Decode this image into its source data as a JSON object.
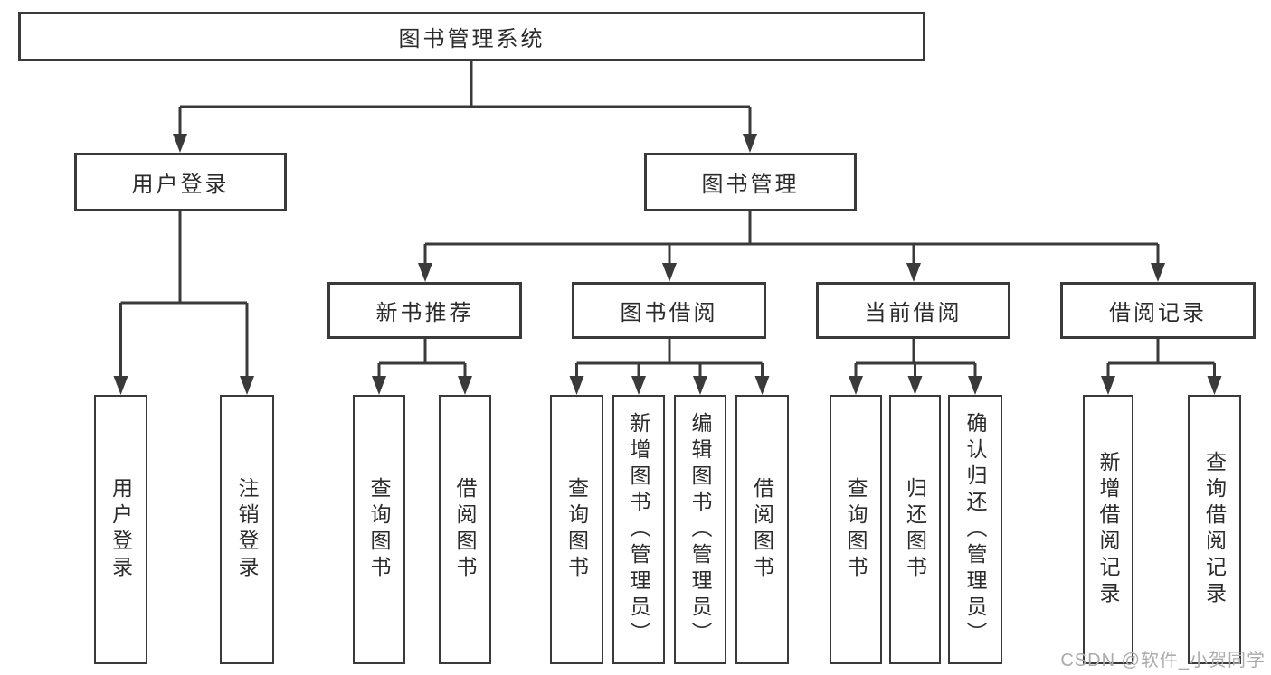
{
  "nodes": {
    "root": "图书管理系统",
    "user_login": "用户登录",
    "book_management": "图书管理",
    "new_book_recommend": "新书推荐",
    "book_borrow": "图书借阅",
    "current_borrow": "当前借阅",
    "borrow_records": "借阅记录",
    "ul_user_login": "用户登录",
    "ul_logout": "注销登录",
    "nb_query_books": "查询图书",
    "nb_borrow_books": "借阅图书",
    "bb_query_books": "查询图书",
    "bb_add_books": "新增图书（管理员）",
    "bb_edit_books": "编辑图书（管理员）",
    "bb_borrow_books": "借阅图书",
    "cb_query_books": "查询图书",
    "cb_return_books": "归还图书",
    "cb_confirm_return": "确认归还（管理员）",
    "br_add_record": "新增借阅记录",
    "br_query_record": "查询借阅记录"
  },
  "watermark": "CSDN @软件_小贺同学",
  "colors": {
    "line": "#3a3a3a",
    "text": "#2b2b2b",
    "box_background": "#ffffff",
    "background": "#ffffff",
    "watermark": "#ababab"
  }
}
